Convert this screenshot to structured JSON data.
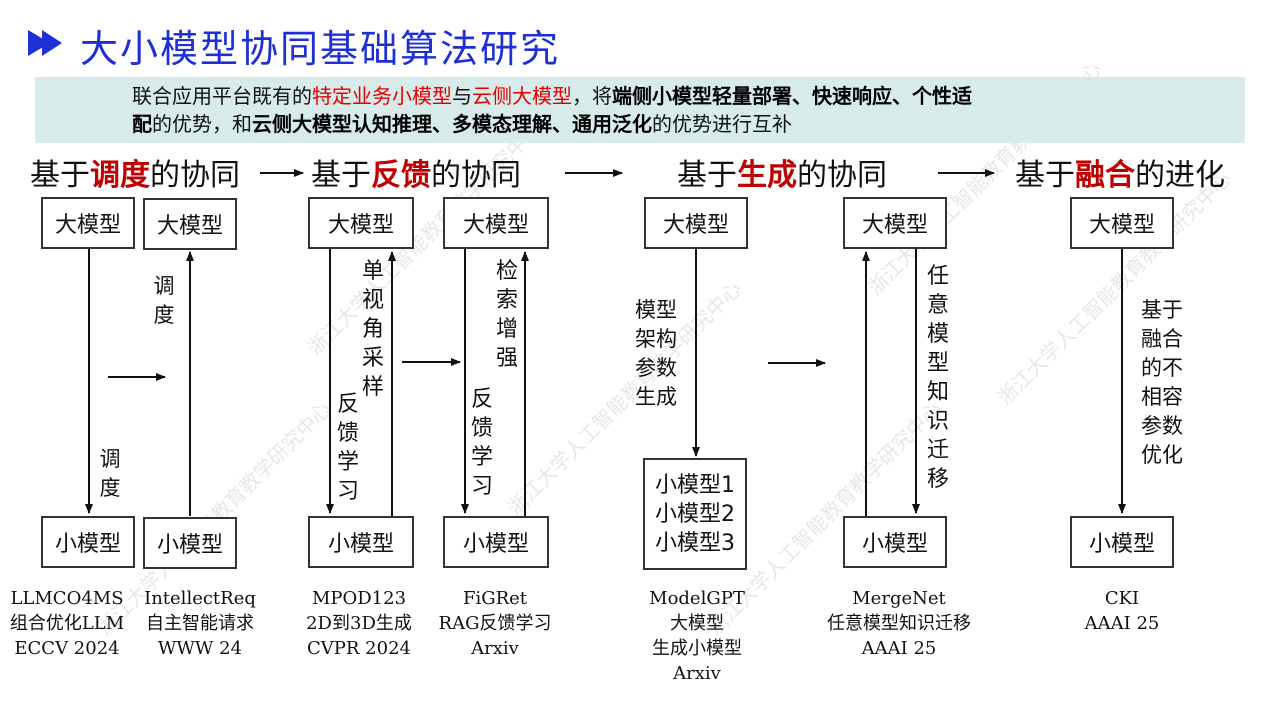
{
  "title": "大小模型协同基础算法研究",
  "banner": {
    "line1": [
      {
        "t": "联合应用平台既有的",
        "s": ""
      },
      {
        "t": "特定业务小模型",
        "s": "red"
      },
      {
        "t": "与",
        "s": ""
      },
      {
        "t": "云侧大模型",
        "s": "red"
      },
      {
        "t": "，将",
        "s": ""
      },
      {
        "t": "端侧小模型轻量部署、快速响应、个性适",
        "s": "bold"
      }
    ],
    "line2": [
      {
        "t": "配",
        "s": "bold"
      },
      {
        "t": "的优势，和",
        "s": ""
      },
      {
        "t": "云侧大模型认知推理、多模态理解、通用泛化",
        "s": "bold"
      },
      {
        "t": "的优势进行互补",
        "s": ""
      }
    ]
  },
  "headings": {
    "h1": {
      "pre": "基于",
      "hl": "调度",
      "post": "的协同"
    },
    "h2": {
      "pre": "基于",
      "hl": "反馈",
      "post": "的协同"
    },
    "h3": {
      "pre": "基于",
      "hl": "生成",
      "post": "的协同"
    },
    "h4": {
      "pre": "基于",
      "hl": "融合",
      "post": "的进化"
    }
  },
  "boxes": {
    "large": "大模型",
    "small": "小模型",
    "multi": [
      "小模型1",
      "小模型2",
      "小模型3"
    ]
  },
  "labels": {
    "schedule": "调度",
    "single_view": "单视角采样",
    "feedback": "反馈学习",
    "retrieval": "检索增强",
    "arch_gen": [
      "模型",
      "架构",
      "参数",
      "生成"
    ],
    "any_transfer": "任意模型知识迁移",
    "fusion": [
      "基于",
      "融合",
      "的不",
      "相容",
      "参数",
      "优化"
    ]
  },
  "captions": {
    "c1": [
      "LLMCO4MS",
      "组合优化LLM",
      "ECCV 2024"
    ],
    "c2": [
      "IntellectReq",
      "自主智能请求",
      "WWW 24"
    ],
    "c3": [
      "MPOD123",
      "2D到3D生成",
      "CVPR 2024"
    ],
    "c4": [
      "FiGRet",
      "RAG反馈学习",
      "Arxiv"
    ],
    "c5": [
      "ModelGPT",
      "大模型",
      "生成小模型",
      "Arxiv"
    ],
    "c6": [
      "MergeNet",
      "任意模型知识迁移",
      "AAAI 25"
    ],
    "c7": [
      "CKI",
      "AAAI 25"
    ]
  },
  "watermark": "浙江大学人工智能教育教学研究中心",
  "colors": {
    "title": "#1f2fd6",
    "highlight": "#c00000",
    "banner_red": "#e30000",
    "banner_bg": "#d7ecea"
  }
}
